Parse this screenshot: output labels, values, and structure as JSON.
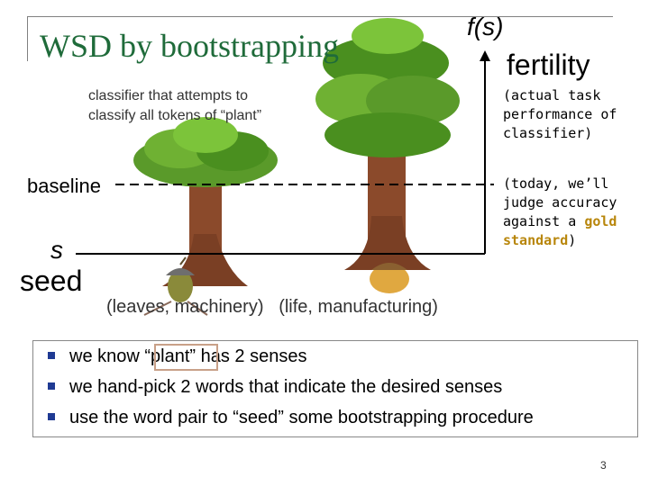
{
  "slide": {
    "title": "WSD by bootstrapping",
    "axis_label": "f(s)",
    "axis_title": "fertility",
    "classifier_note": "classifier that attempts to classify all tokens of “plant”",
    "performance_note": "(actual task performance of classifier)",
    "accuracy_note_prefix": "(today, we’ll judge accuracy against a",
    "accuracy_note_highlight": "gold standard",
    "accuracy_note_suffix": ")",
    "baseline_label": "baseline",
    "s_label": "s",
    "seed_label": "seed",
    "seed_words_1": "(leaves, machinery)",
    "seed_words_2": "(life, manufacturing)",
    "bullets": [
      "we know “plant” has 2 senses",
      "we hand-pick 2 words that indicate the desired senses",
      "use the word pair to “seed” some bootstrapping procedure"
    ],
    "page_number": "3"
  },
  "colors": {
    "title": "#1f6b3a",
    "bullet": "#1f3a93",
    "gold": "#b8860b",
    "highlight_box": "#c8a088",
    "tree_leaves": "#4a8f1f",
    "tree_trunk": "#8b4a2b"
  },
  "icons": [
    "tree-icon",
    "acorn-icon",
    "arrow-up-icon"
  ]
}
